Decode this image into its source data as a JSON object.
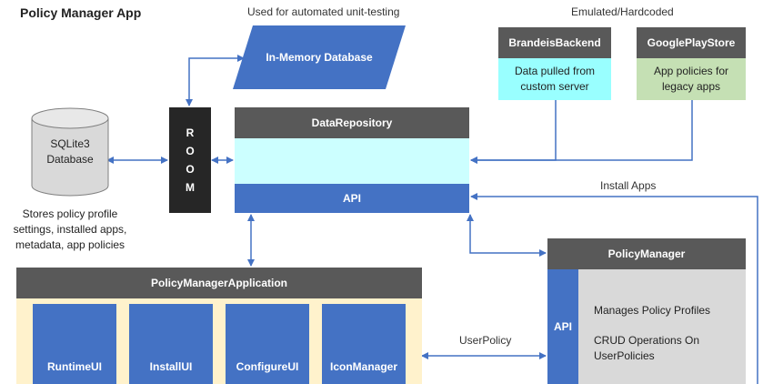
{
  "title": "Policy Manager App",
  "captions": {
    "automated_testing": "Used for automated unit-testing",
    "emulated": "Emulated/Hardcoded",
    "install_apps": "Install Apps",
    "user_policy": "UserPolicy"
  },
  "in_memory_db": {
    "label": "In-Memory Database"
  },
  "sqlite": {
    "line1": "SQLite3",
    "line2": "Database",
    "desc_line1": "Stores policy profile",
    "desc_line2": "settings, installed apps,",
    "desc_line3": "metadata, app policies"
  },
  "room": {
    "letters": [
      "R",
      "O",
      "O",
      "M"
    ]
  },
  "data_repository": {
    "header": "DataRepository",
    "api": "API"
  },
  "brandeis_backend": {
    "header": "BrandeisBackend",
    "line1": "Data pulled from",
    "line2": "custom server"
  },
  "google_play": {
    "header": "GooglePlayStore",
    "line1": "App policies for",
    "line2": "legacy apps"
  },
  "policy_manager": {
    "header": "PolicyManager",
    "api": "API",
    "item1": "Manages Policy Profiles",
    "item2_line1": "CRUD Operations On",
    "item2_line2": "UserPolicies"
  },
  "pm_application": {
    "header": "PolicyManagerApplication",
    "components": [
      "RuntimeUI",
      "InstallUI",
      "ConfigureUI",
      "IconManager"
    ]
  },
  "colors": {
    "blue": "#4472c4",
    "dark_header": "#595959",
    "light_cyan": "#ccffff",
    "cyan": "#99ffff",
    "light_green": "#c5e0b4",
    "cream": "#fff2cc",
    "light_gray": "#d9d9d9",
    "room_black": "#262626"
  }
}
